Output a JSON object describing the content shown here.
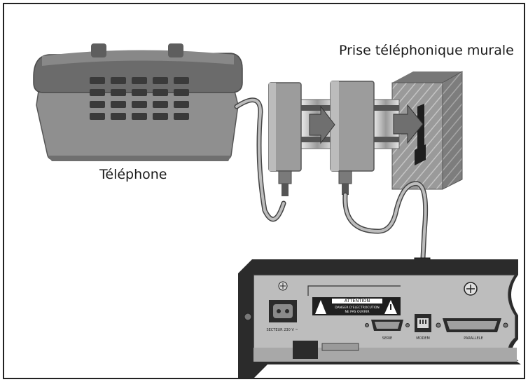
{
  "labels": {
    "wall_socket": "Prise téléphonique murale",
    "telephone": "Téléphone"
  },
  "panel": {
    "warning_title": "ATTENTION",
    "warning_line1": "DANGER D'ELECTROCUTION",
    "warning_line2": "NE PAS OUVRIR",
    "power_label": "SECTEUR 230 V ~",
    "port_serial": "SERIE",
    "port_modem": "MODEM",
    "port_parallel": "PARALLELE"
  },
  "colors": {
    "phone_body": "#8f8f8f",
    "phone_top": "#6b6b6b",
    "keys": "#3a3a3a",
    "wall": "#9a9a9a",
    "adapter": "#9c9c9c",
    "arrow": "#6f6f6f",
    "device_panel": "#bdbdbd",
    "device_dark": "#2b2b2b"
  }
}
